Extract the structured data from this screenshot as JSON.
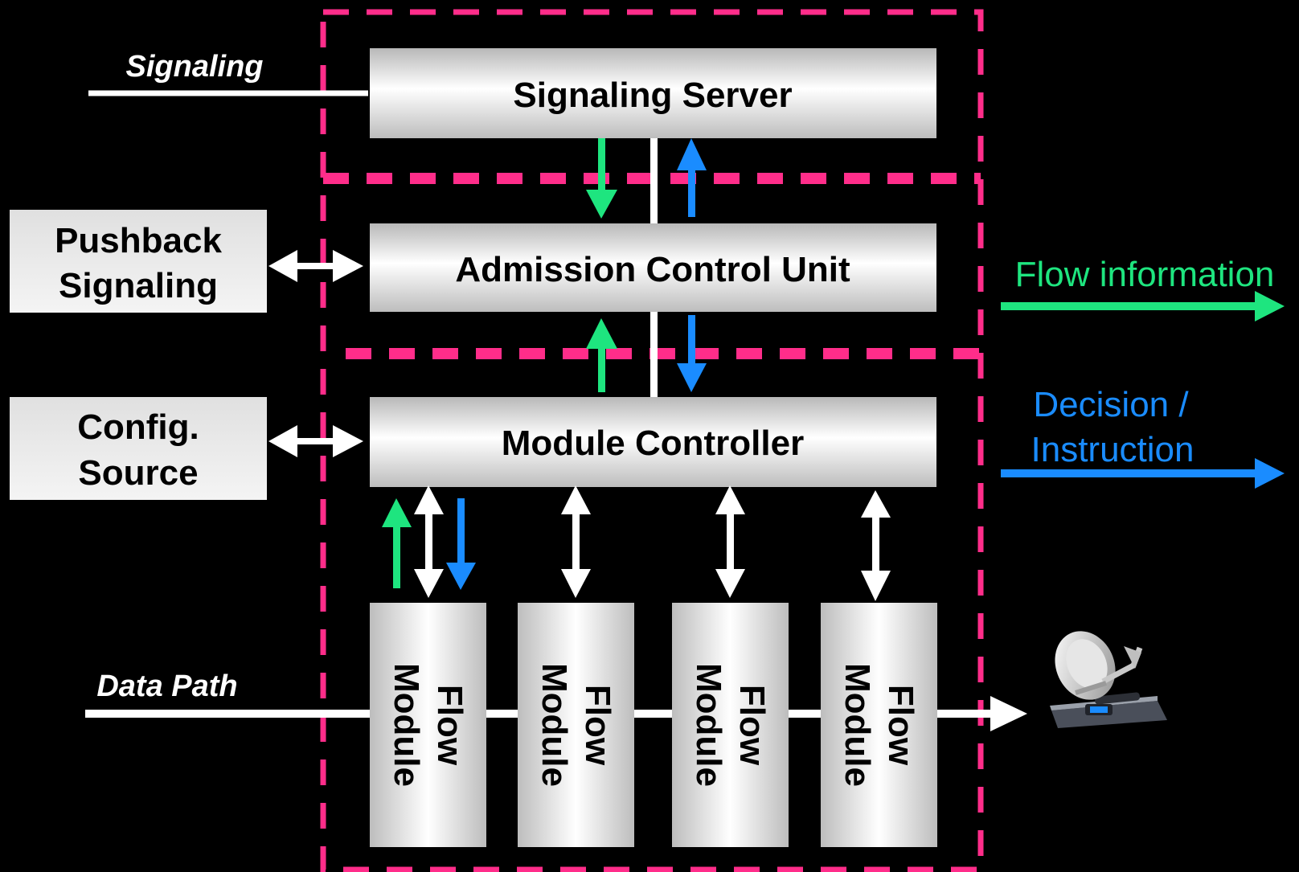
{
  "colors": {
    "background": "#000000",
    "boundary_dash": "#FF2D8A",
    "flow_information": "#1EE57F",
    "decision_instruction": "#1A8CFF",
    "connector": "#FFFFFF"
  },
  "boxes": {
    "signaling_server": "Signaling Server",
    "admission_control_unit": "Admission Control Unit",
    "module_controller": "Module Controller",
    "pushback_signaling": [
      "Pushback",
      "Signaling"
    ],
    "config_source": [
      "Config.",
      "Source"
    ],
    "flow_modules": [
      {
        "line1": "Flow",
        "line2": "Module"
      },
      {
        "line1": "Flow",
        "line2": "Module"
      },
      {
        "line1": "Flow",
        "line2": "Module"
      },
      {
        "line1": "Flow",
        "line2": "Module"
      }
    ]
  },
  "inputs": {
    "signaling": "Signaling",
    "data_path": "Data Path"
  },
  "legend": {
    "flow_information": "Flow information",
    "decision_line1": "Decision /",
    "decision_line2": "Instruction"
  },
  "icons": {
    "destination": "satellite-dish-receiver-icon"
  }
}
